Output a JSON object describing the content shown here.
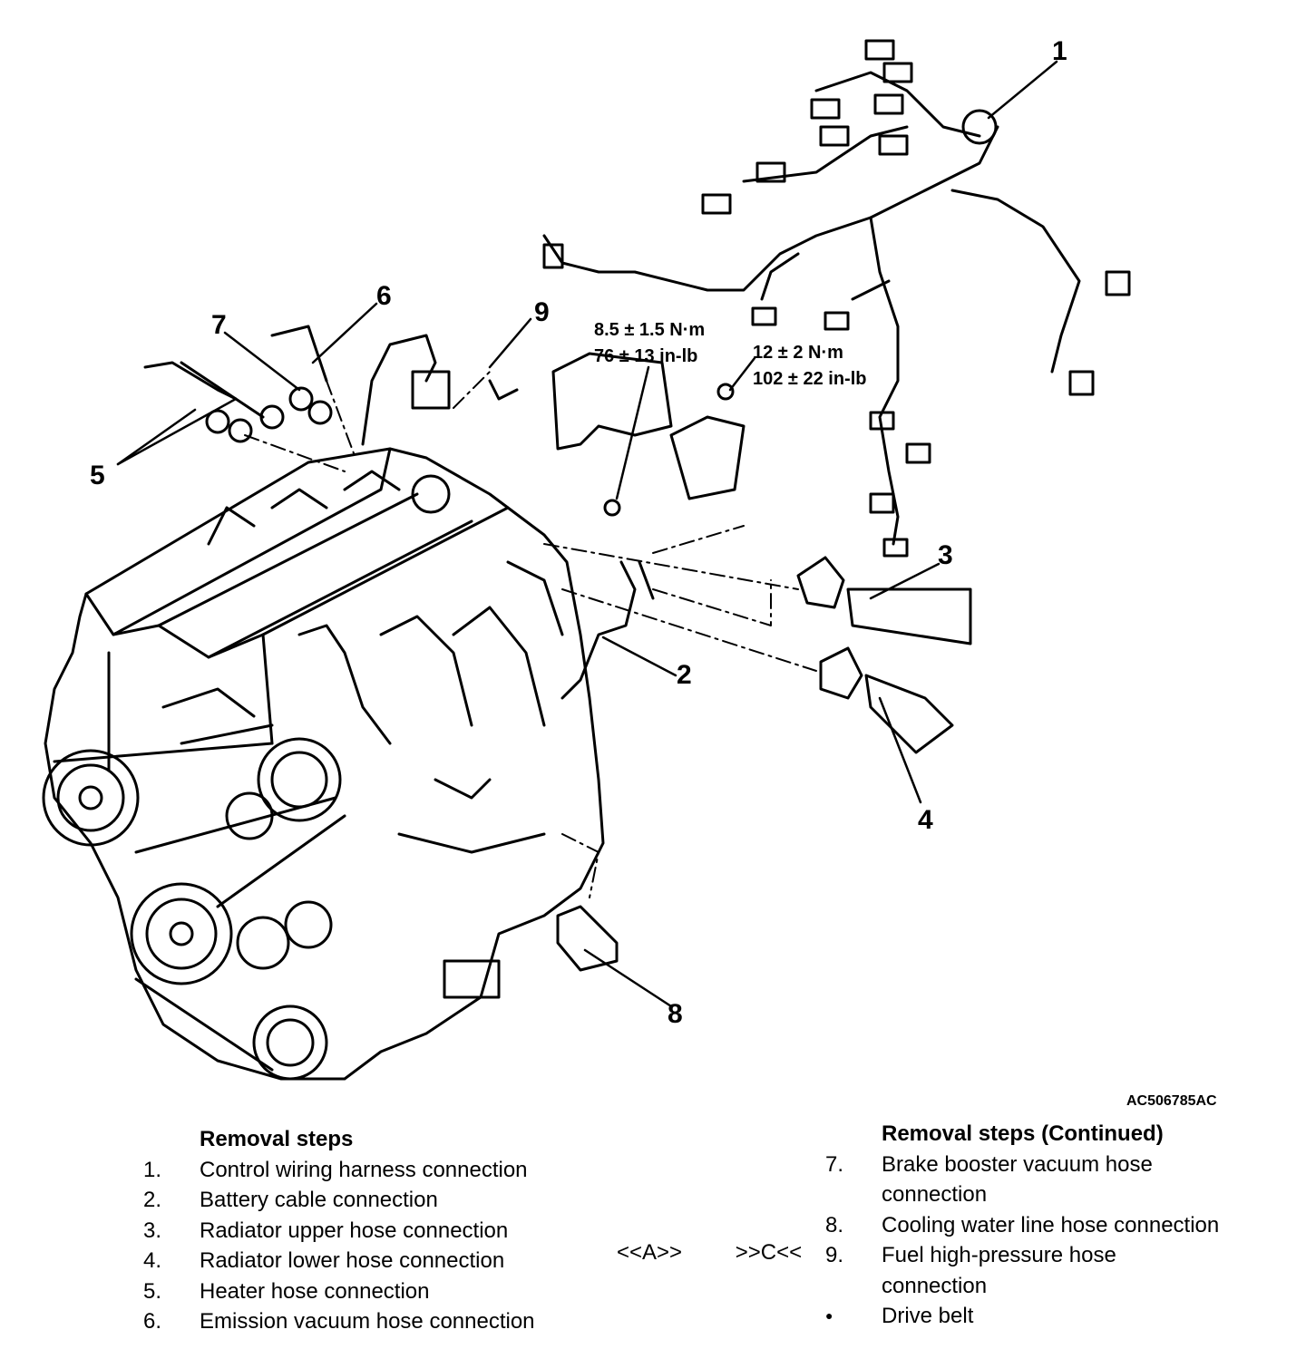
{
  "callouts": [
    "1",
    "2",
    "3",
    "4",
    "5",
    "6",
    "7",
    "8",
    "9"
  ],
  "torque_a": [
    "8.5 ± 1.5 N·m",
    "76 ± 13 in-lb"
  ],
  "torque_b": [
    "12 ± 2 N·m",
    "102 ± 22 in-lb"
  ],
  "figure_id": "AC506785AC",
  "left_list": {
    "title": "Removal steps",
    "items": [
      {
        "num": "1.",
        "text": "Control wiring harness connection"
      },
      {
        "num": "2.",
        "text": "Battery cable connection"
      },
      {
        "num": "3.",
        "text": "Radiator upper hose connection"
      },
      {
        "num": "4.",
        "text": "Radiator lower hose connection"
      },
      {
        "num": "5.",
        "text": "Heater hose connection"
      },
      {
        "num": "6.",
        "text": "Emission vacuum hose connection"
      }
    ]
  },
  "markers": "<<A>>    >>C<<",
  "right_list": {
    "title": "Removal steps (Continued)",
    "items": [
      {
        "num": "7.",
        "text": "Brake booster vacuum hose connection"
      },
      {
        "num": "8.",
        "text": "Cooling water line hose connection"
      },
      {
        "num": "9.",
        "text": "Fuel high-pressure hose connection"
      },
      {
        "num": "●",
        "text": "Drive belt"
      }
    ]
  }
}
